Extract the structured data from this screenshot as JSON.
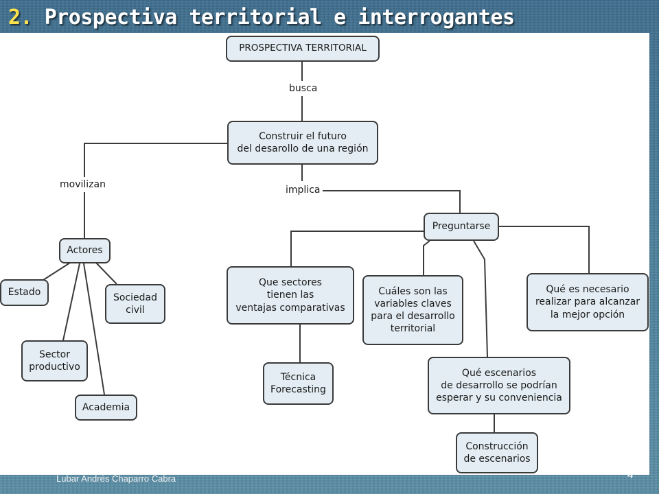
{
  "slide": {
    "title_number": "2.",
    "title_text": "Prospectiva territorial e interrogantes",
    "author": "Lubar Andrés Chaparro Cabra",
    "page_number": "4"
  },
  "diagram": {
    "nodes": {
      "prospectiva": "PROSPECTIVA TERRITORIAL",
      "construir": "Construir el futuro\ndel desarollo de una región",
      "actores": "Actores",
      "estado": "Estado",
      "sociedad": "Sociedad\ncivil",
      "sector": "Sector\nproductivo",
      "academia": "Academia",
      "preguntarse": "Preguntarse",
      "que_sectores": "Que sectores\ntienen las\nventajas comparativas",
      "tecnica": "Técnica\nForecasting",
      "cuales": "Cuáles son las\nvariables claves\npara el desarrollo\nterritorial",
      "escenarios": "Qué escenarios\nde desarrollo se podrían\nesperar y su conveniencia",
      "construccion": "Construcción\nde escenarios",
      "que_necesario": "Qué es necesario\nrealizar para alcanzar\nla mejor opción"
    },
    "link_labels": {
      "busca": "busca",
      "movilizan": "movilizan",
      "implica": "implica"
    },
    "colors": {
      "node_fill": "#e3edf3",
      "node_border": "#3a3a3a",
      "title_number": "#ffe34d",
      "background": "#4a7d99"
    }
  }
}
